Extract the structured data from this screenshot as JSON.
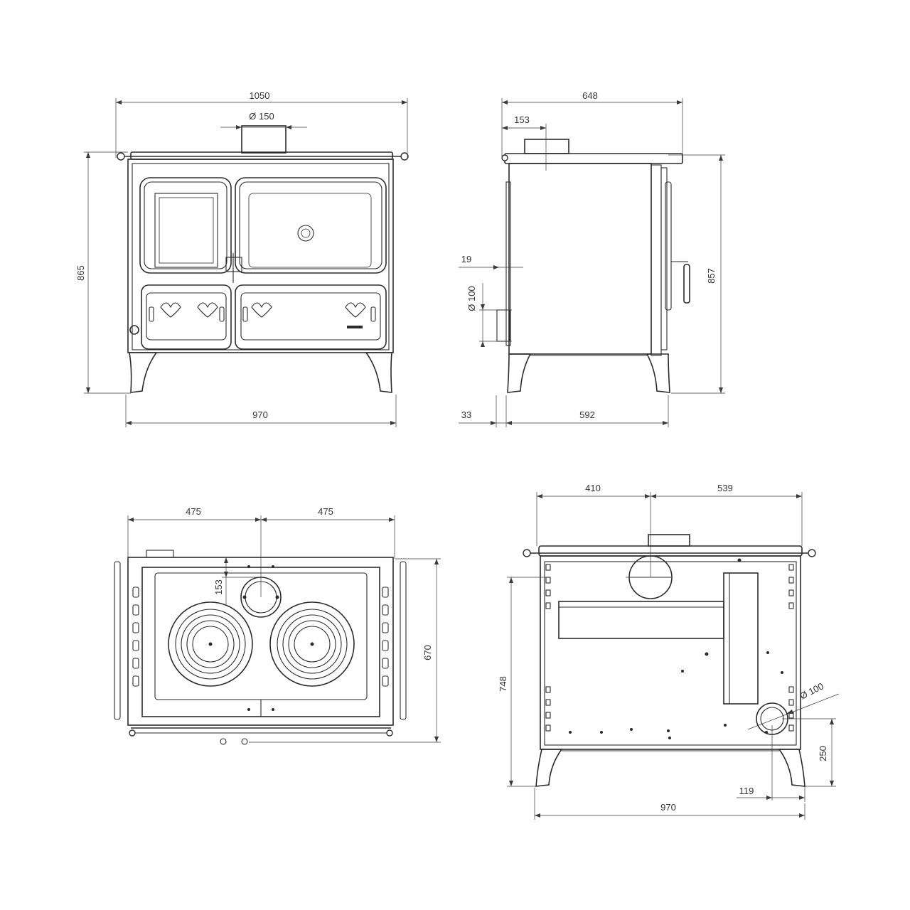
{
  "dimensions": {
    "front": {
      "overall_width": "1050",
      "flue_diameter": "Ø 150",
      "height": "865",
      "base_width": "970"
    },
    "side": {
      "depth": "648",
      "flue_offset": "153",
      "pipe_offset": "19",
      "pipe_diameter": "Ø 100",
      "height": "857",
      "front_offset": "33",
      "base_depth": "592"
    },
    "top": {
      "half_left": "475",
      "half_right": "475",
      "flue_offset": "153",
      "depth": "670"
    },
    "rear": {
      "flue_left": "410",
      "flue_right": "539",
      "height": "748",
      "outlet_diameter": "Ø 100",
      "outlet_height": "250",
      "outlet_offset": "119",
      "base_width": "970"
    }
  }
}
